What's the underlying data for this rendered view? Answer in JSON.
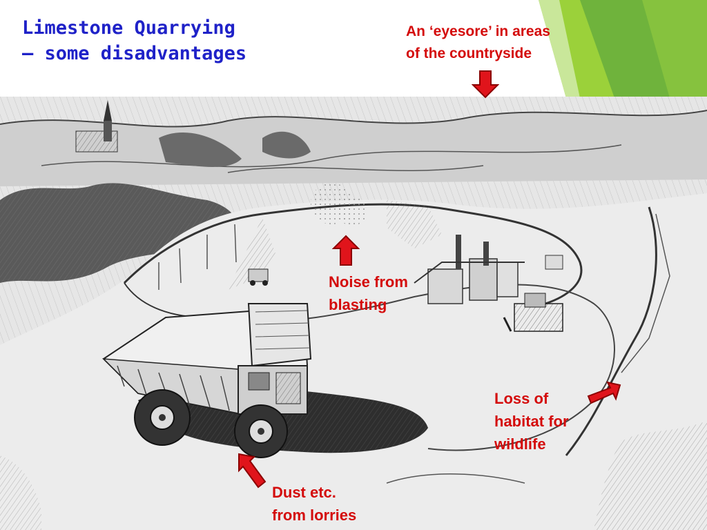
{
  "slide": {
    "title_lines": [
      "Limestone Quarrying",
      "– some disadvantages"
    ],
    "colors": {
      "title": "#1f22c8",
      "callout_text": "#d40b0b",
      "arrow_fill": "#e0141b",
      "arrow_stroke": "#8b0000",
      "corner_green_light": "#9bd13a",
      "corner_green_dark": "#5aa23a"
    }
  },
  "callouts": {
    "eyesore": {
      "lines": [
        "An ‘eyesore’ in areas",
        "of the countryside"
      ],
      "arrow": "arrow-down-icon"
    },
    "noise": {
      "lines": [
        "Noise from",
        "blasting"
      ],
      "arrow": "arrow-up-icon"
    },
    "habitat": {
      "lines": [
        "Loss of",
        "habitat for",
        "wildlife"
      ],
      "arrow": "arrow-up-right-icon"
    },
    "dust": {
      "lines": [
        "Dust etc.",
        "from lorries"
      ],
      "arrow": "arrow-up-left-icon"
    }
  }
}
